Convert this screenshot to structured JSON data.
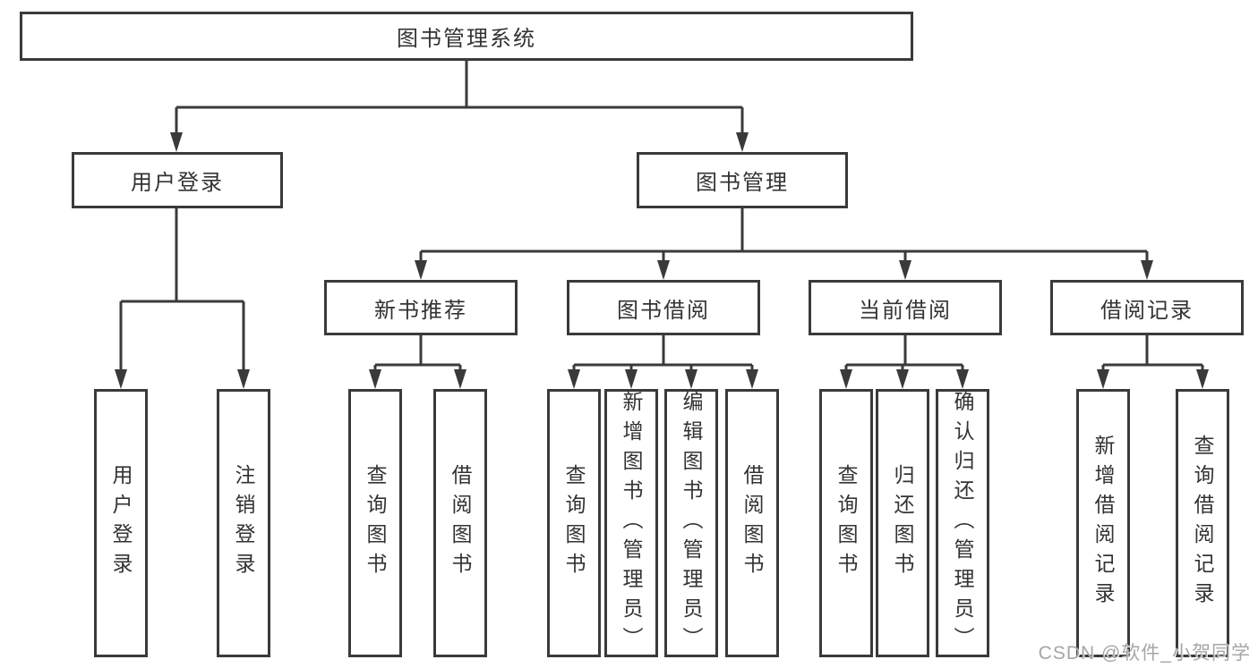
{
  "colors": {
    "line": "#3a3a3a",
    "text": "#333333",
    "box-bg": "#ffffff",
    "canvas-bg": "#ffffff",
    "watermark": "#a6a6a6"
  },
  "tree": {
    "root": {
      "label": "图书管理系统",
      "children": [
        {
          "label": "用户登录",
          "children": [
            {
              "label": "用户登录"
            },
            {
              "label": "注销登录"
            }
          ]
        },
        {
          "label": "图书管理",
          "children": [
            {
              "label": "新书推荐",
              "children": [
                {
                  "label": "查询图书"
                },
                {
                  "label": "借阅图书"
                }
              ]
            },
            {
              "label": "图书借阅",
              "children": [
                {
                  "label": "查询图书"
                },
                {
                  "label": "新增图书（管理员）"
                },
                {
                  "label": "编辑图书（管理员）"
                },
                {
                  "label": "借阅图书"
                }
              ]
            },
            {
              "label": "当前借阅",
              "children": [
                {
                  "label": "查询图书"
                },
                {
                  "label": "归还图书"
                },
                {
                  "label": "确认归还（管理员）"
                }
              ]
            },
            {
              "label": "借阅记录",
              "children": [
                {
                  "label": "新增借阅记录"
                },
                {
                  "label": "查询借阅记录"
                }
              ]
            }
          ]
        }
      ]
    }
  },
  "watermark": {
    "text": "CSDN @软件_小贺同学"
  }
}
